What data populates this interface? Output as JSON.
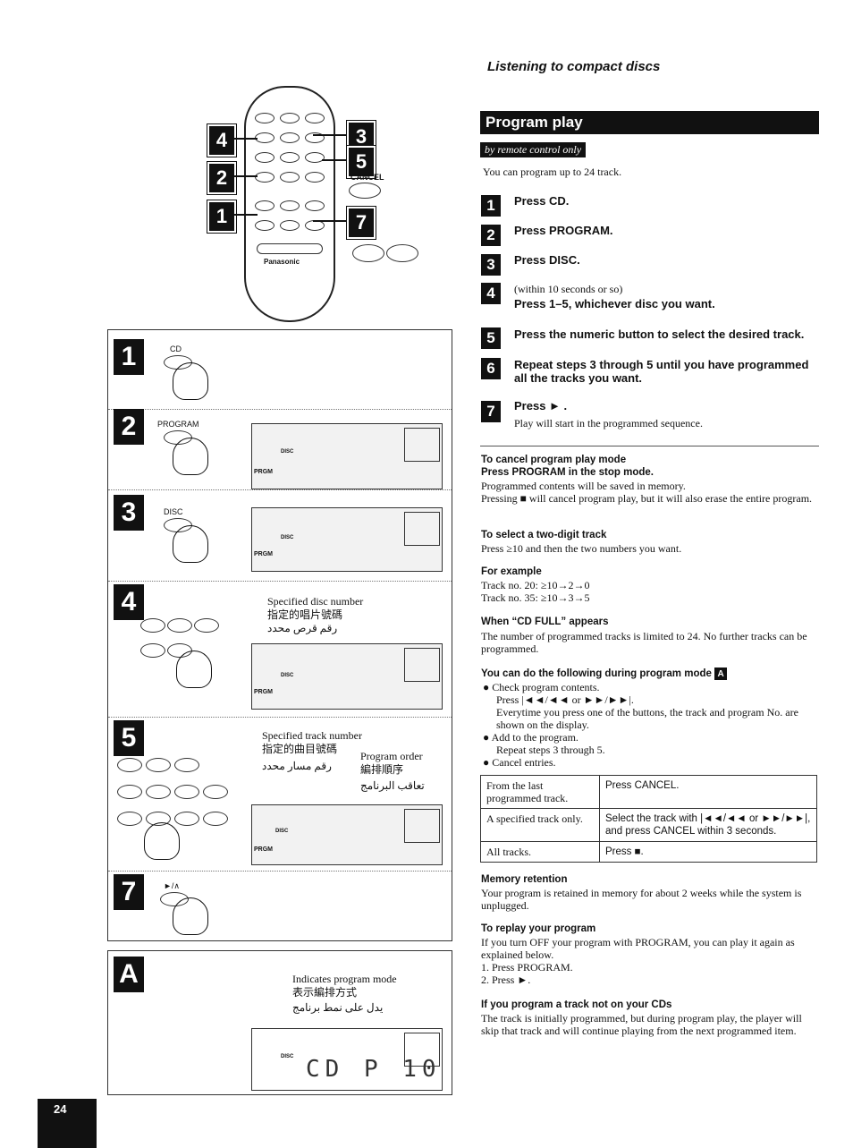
{
  "section_title": "Listening to compact discs",
  "heading": "Program play",
  "subheading": "by remote control only",
  "intro": "You can program up to 24 track.",
  "steps": [
    {
      "n": "1",
      "note": "",
      "text": "Press CD."
    },
    {
      "n": "2",
      "note": "",
      "text": "Press PROGRAM."
    },
    {
      "n": "3",
      "note": "",
      "text": "Press DISC."
    },
    {
      "n": "4",
      "note": "(within 10 seconds or so)",
      "text": "Press 1–5, whichever disc you want."
    },
    {
      "n": "5",
      "note": "",
      "text": "Press the numeric button to select the desired track."
    },
    {
      "n": "6",
      "note": "",
      "text": "Repeat steps 3 through 5 until you have programmed all the tracks you want."
    },
    {
      "n": "7",
      "note": "",
      "text": "Press ► .",
      "sub": "Play will start in the programmed sequence."
    }
  ],
  "cancel": {
    "title": "To cancel program play mode",
    "subtitle": "Press PROGRAM in the stop mode.",
    "line1": "Programmed contents will be saved in memory.",
    "line2": "Pressing ■ will cancel program play, but it will also erase the entire program."
  },
  "twodigit": {
    "title": "To select a two-digit track",
    "text": "Press ≥10 and then the two numbers you want."
  },
  "example": {
    "title": "For example",
    "l1": "Track no. 20: ≥10→2→0",
    "l2": "Track no. 35: ≥10→3→5"
  },
  "cdfull": {
    "title": "When “CD FULL” appears",
    "text": "The number of programmed tracks is limited to 24. No further tracks can be programmed."
  },
  "following": {
    "title": "You can do the following during program mode",
    "badge": "A",
    "b1": "Check program contents.",
    "b1a": "Press |◄◄/◄◄ or ►►/►►|.",
    "b1b": "Everytime you press one of the buttons, the track and program No. are shown on the display.",
    "b2": "Add to the program.",
    "b2a": "Repeat steps 3 through 5.",
    "b3": "Cancel entries."
  },
  "table": [
    {
      "c1": "From the last programmed track.",
      "c2": "Press CANCEL."
    },
    {
      "c1": "A specified track only.",
      "c2": "Select the track with |◄◄/◄◄ or ►►/►►|, and press CANCEL within 3 seconds."
    },
    {
      "c1": "All tracks.",
      "c2": "Press ■."
    }
  ],
  "memory": {
    "title": "Memory retention",
    "text": "Your program is retained in memory for about 2 weeks while the system is unplugged."
  },
  "replay": {
    "title": "To replay your program",
    "text": "If you turn OFF your program with PROGRAM, you can play it again as explained below.",
    "l1": "1. Press PROGRAM.",
    "l2": "2. Press ►."
  },
  "notcd": {
    "title": "If you program a track not on your CDs",
    "text": "The track is initially programmed, but during program play, the player will skip that track and will continue playing from the next programmed item."
  },
  "left": {
    "remote_brand": "Panasonic",
    "remote_cancel": "CANCEL",
    "callouts": [
      "4",
      "3",
      "2",
      "5",
      "1",
      "7"
    ],
    "panels": [
      {
        "n": "1",
        "btn": "CD"
      },
      {
        "n": "2",
        "btn": "PROGRAM"
      },
      {
        "n": "3",
        "btn": "DISC"
      },
      {
        "n": "4",
        "label_en": "Specified disc number",
        "label_zh": "指定的唱片號碼",
        "label_ar": "رقم قرص محدد"
      },
      {
        "n": "5",
        "label_en": "Specified track number",
        "label_zh": "指定的曲目號碼",
        "label_ar": "رقم مسار محدد",
        "order_en": "Program order",
        "order_zh": "編排順序",
        "order_ar": "تعاقب البرنامج"
      },
      {
        "n": "7",
        "btn": "►/∧"
      }
    ],
    "panelA": {
      "n": "A",
      "label_en": "Indicates program mode",
      "label_zh": "表示編排方式",
      "label_ar": "يدل على نمط برنامج"
    },
    "lcd_prgm": "PRGM",
    "lcd_disc": "DISC",
    "lcd_a_text": "CD P 10"
  },
  "page_number": "24"
}
